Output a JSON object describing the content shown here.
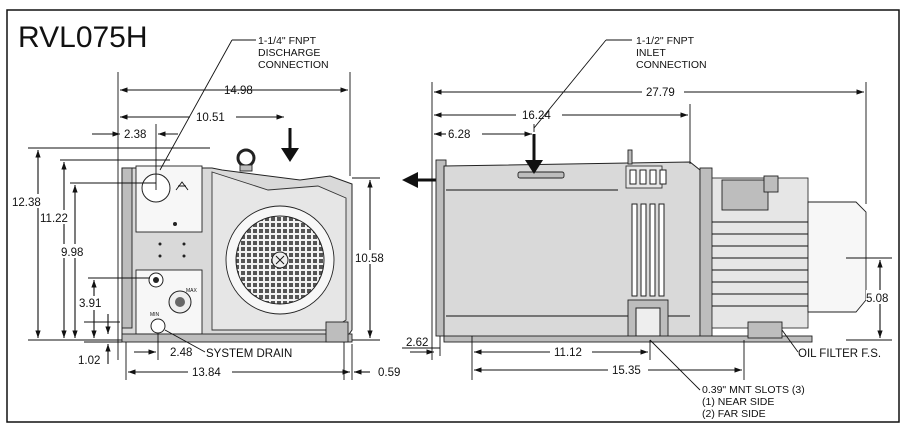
{
  "title": "RVL075H",
  "notes": {
    "discharge": [
      "1-1/4\" FNPT",
      "DISCHARGE",
      "CONNECTION"
    ],
    "inlet": [
      "1-1/2\" FNPT",
      "INLET",
      "CONNECTION"
    ],
    "system_drain": "SYSTEM DRAIN",
    "oil_filter": "OIL FILTER F.S.",
    "slots": [
      "0.39\" MNT SLOTS (3)",
      "(1) NEAR SIDE",
      "(2) FAR SIDE"
    ]
  },
  "front_view": {
    "overall_width": "14.98",
    "to_discharge_center": "10.51",
    "discharge_offset": "2.38",
    "overall_height": "12.38",
    "height_2": "11.22",
    "height_3": "9.98",
    "drain_height": "3.91",
    "base_height": "1.02",
    "drain_offset": "2.48",
    "right_height": "10.58",
    "base_width": "13.84",
    "base_overhang": "0.59"
  },
  "side_view": {
    "overall_length": "27.79",
    "to_coupling": "16.24",
    "to_inlet": "6.28",
    "base_height": "2.62",
    "slot_spacing_1": "11.12",
    "slot_spacing_2": "15.35",
    "motor_height": "5.08"
  },
  "icons": {
    "inlet_flow": "arrow-down-icon",
    "discharge_flow": "arrow-left-icon"
  }
}
